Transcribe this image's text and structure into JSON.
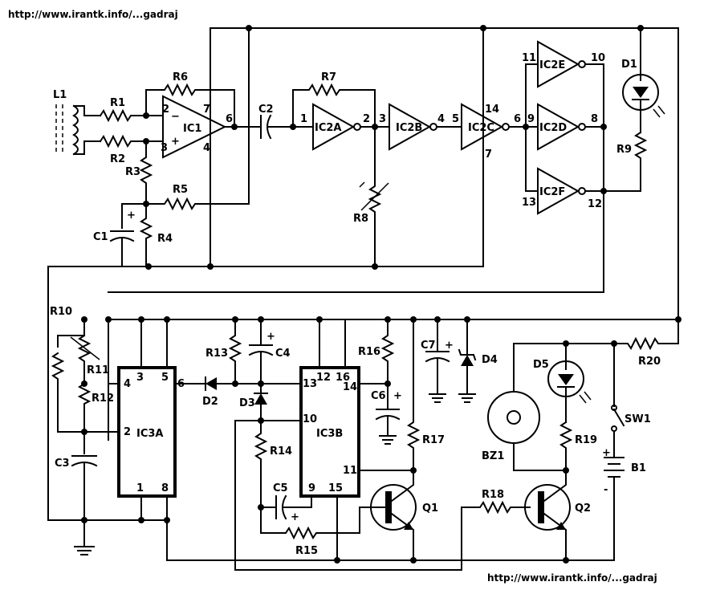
{
  "source_urls": {
    "top": "http://www.irantk.info/...gadraj",
    "bottom": "http://www.irantk.info/...gadraj"
  },
  "components": {
    "L1": "L1",
    "R1": "R1",
    "R2": "R2",
    "R3": "R3",
    "R4": "R4",
    "R5": "R5",
    "R6": "R6",
    "R7": "R7",
    "R8": "R8",
    "R9": "R9",
    "R10": "R10",
    "R11": "R11",
    "R12": "R12",
    "R13": "R13",
    "R14": "R14",
    "R15": "R15",
    "R16": "R16",
    "R17": "R17",
    "R18": "R18",
    "R19": "R19",
    "R20": "R20",
    "C1": "C1",
    "C2": "C2",
    "C3": "C3",
    "C4": "C4",
    "C5": "C5",
    "C6": "C6",
    "C7": "C7",
    "D1": "D1",
    "D2": "D2",
    "D3": "D3",
    "D4": "D4",
    "D5": "D5",
    "Q1": "Q1",
    "Q2": "Q2",
    "BZ1": "BZ1",
    "SW1": "SW1",
    "B1": "B1",
    "IC1": "IC1",
    "IC2A": "IC2A",
    "IC2B": "IC2B",
    "IC2C": "IC2C",
    "IC2D": "IC2D",
    "IC2E": "IC2E",
    "IC2F": "IC2F",
    "IC3A": "IC3A",
    "IC3B": "IC3B"
  },
  "pins": {
    "ic1_2": "2",
    "ic1_3": "3",
    "ic1_7": "7",
    "ic1_4": "4",
    "ic1_6": "6",
    "ic2a_1": "1",
    "ic2a_2": "2",
    "ic2b_3": "3",
    "ic2b_4": "4",
    "ic2c_5": "5",
    "ic2c_6": "6",
    "ic2c_14": "14",
    "ic2c_7": "7",
    "ic2e_11": "11",
    "ic2e_10": "10",
    "ic2d_9": "9",
    "ic2d_8": "8",
    "ic2f_13": "13",
    "ic2f_12": "12",
    "ic3a_3": "3",
    "ic3a_5": "5",
    "ic3a_4": "4",
    "ic3a_6": "6",
    "ic3a_2": "2",
    "ic3a_1": "1",
    "ic3a_8": "8",
    "ic3b_12": "12",
    "ic3b_16": "16",
    "ic3b_13": "13",
    "ic3b_14": "14",
    "ic3b_10": "10",
    "ic3b_11": "11",
    "ic3b_9": "9",
    "ic3b_15": "15"
  },
  "polarity": {
    "plus": "+",
    "minus": "-"
  }
}
